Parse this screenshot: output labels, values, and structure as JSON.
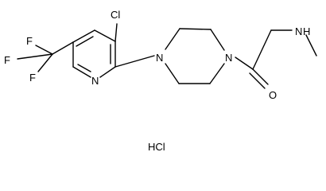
{
  "structure": {
    "atoms": {
      "cl": "Cl",
      "f_top": "F",
      "f_left": "F",
      "f_bottom": "F",
      "n_pyridine": "N",
      "n_piperazine_left": "N",
      "n_piperazine_right": "N",
      "o_carbonyl": "O",
      "nh_amine": "N",
      "h_amine": "H"
    },
    "salt": "HCl"
  },
  "colors": {
    "bond": "#000000",
    "label": "#000000",
    "background": "#ffffff"
  }
}
